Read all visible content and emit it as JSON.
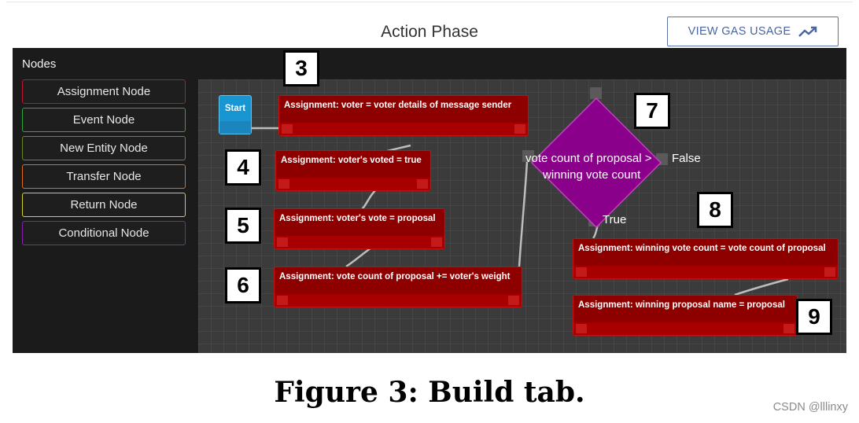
{
  "header": {
    "title": "Action Phase",
    "gas_button_label": "VIEW GAS USAGE",
    "gas_button_icon": "trending-up-icon"
  },
  "sidebar": {
    "heading": "Nodes",
    "items": [
      {
        "label": "Assignment Node",
        "color": "#c0142b"
      },
      {
        "label": "Event Node",
        "color": "#2fa83a"
      },
      {
        "label": "New Entity Node",
        "color": "#6b8a1e"
      },
      {
        "label": "Transfer Node",
        "color": "#e36a17"
      },
      {
        "label": "Return Node",
        "color": "#d7d22a"
      },
      {
        "label": "Conditional Node",
        "color": "#8d1fb0"
      }
    ]
  },
  "canvas": {
    "start_label": "Start",
    "nodes": [
      {
        "label": "Assignment: voter = voter details of message sender"
      },
      {
        "label": "Assignment: voter's voted = true"
      },
      {
        "label": "Assignment: voter's vote = proposal"
      },
      {
        "label": "Assignment: vote count of proposal += voter's weight"
      },
      {
        "label": "Assignment: winning vote count = vote count of proposal"
      },
      {
        "label": "Assignment: winning proposal name = proposal"
      }
    ],
    "condition": {
      "line1": "vote count of proposal >",
      "line2": "winning vote count",
      "false_label": "False",
      "true_label": "True",
      "color": "#8b008b"
    }
  },
  "annotations": [
    "3",
    "4",
    "5",
    "6",
    "7",
    "8",
    "9"
  ],
  "caption": "Figure 3: Build tab.",
  "watermark": "CSDN @lllinxy"
}
